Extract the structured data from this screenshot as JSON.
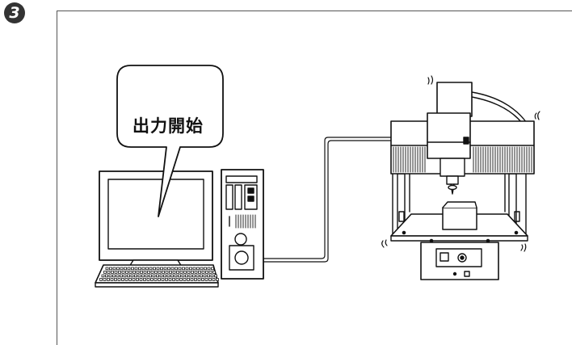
{
  "step": {
    "number": "3"
  },
  "callout": {
    "text": "出力開始"
  },
  "illustration": {
    "devices": [
      "computer",
      "cnc-milling-machine"
    ],
    "connection": "cable"
  },
  "colors": {
    "line": "#111111",
    "badge": "#333333",
    "frame": "#555555"
  }
}
